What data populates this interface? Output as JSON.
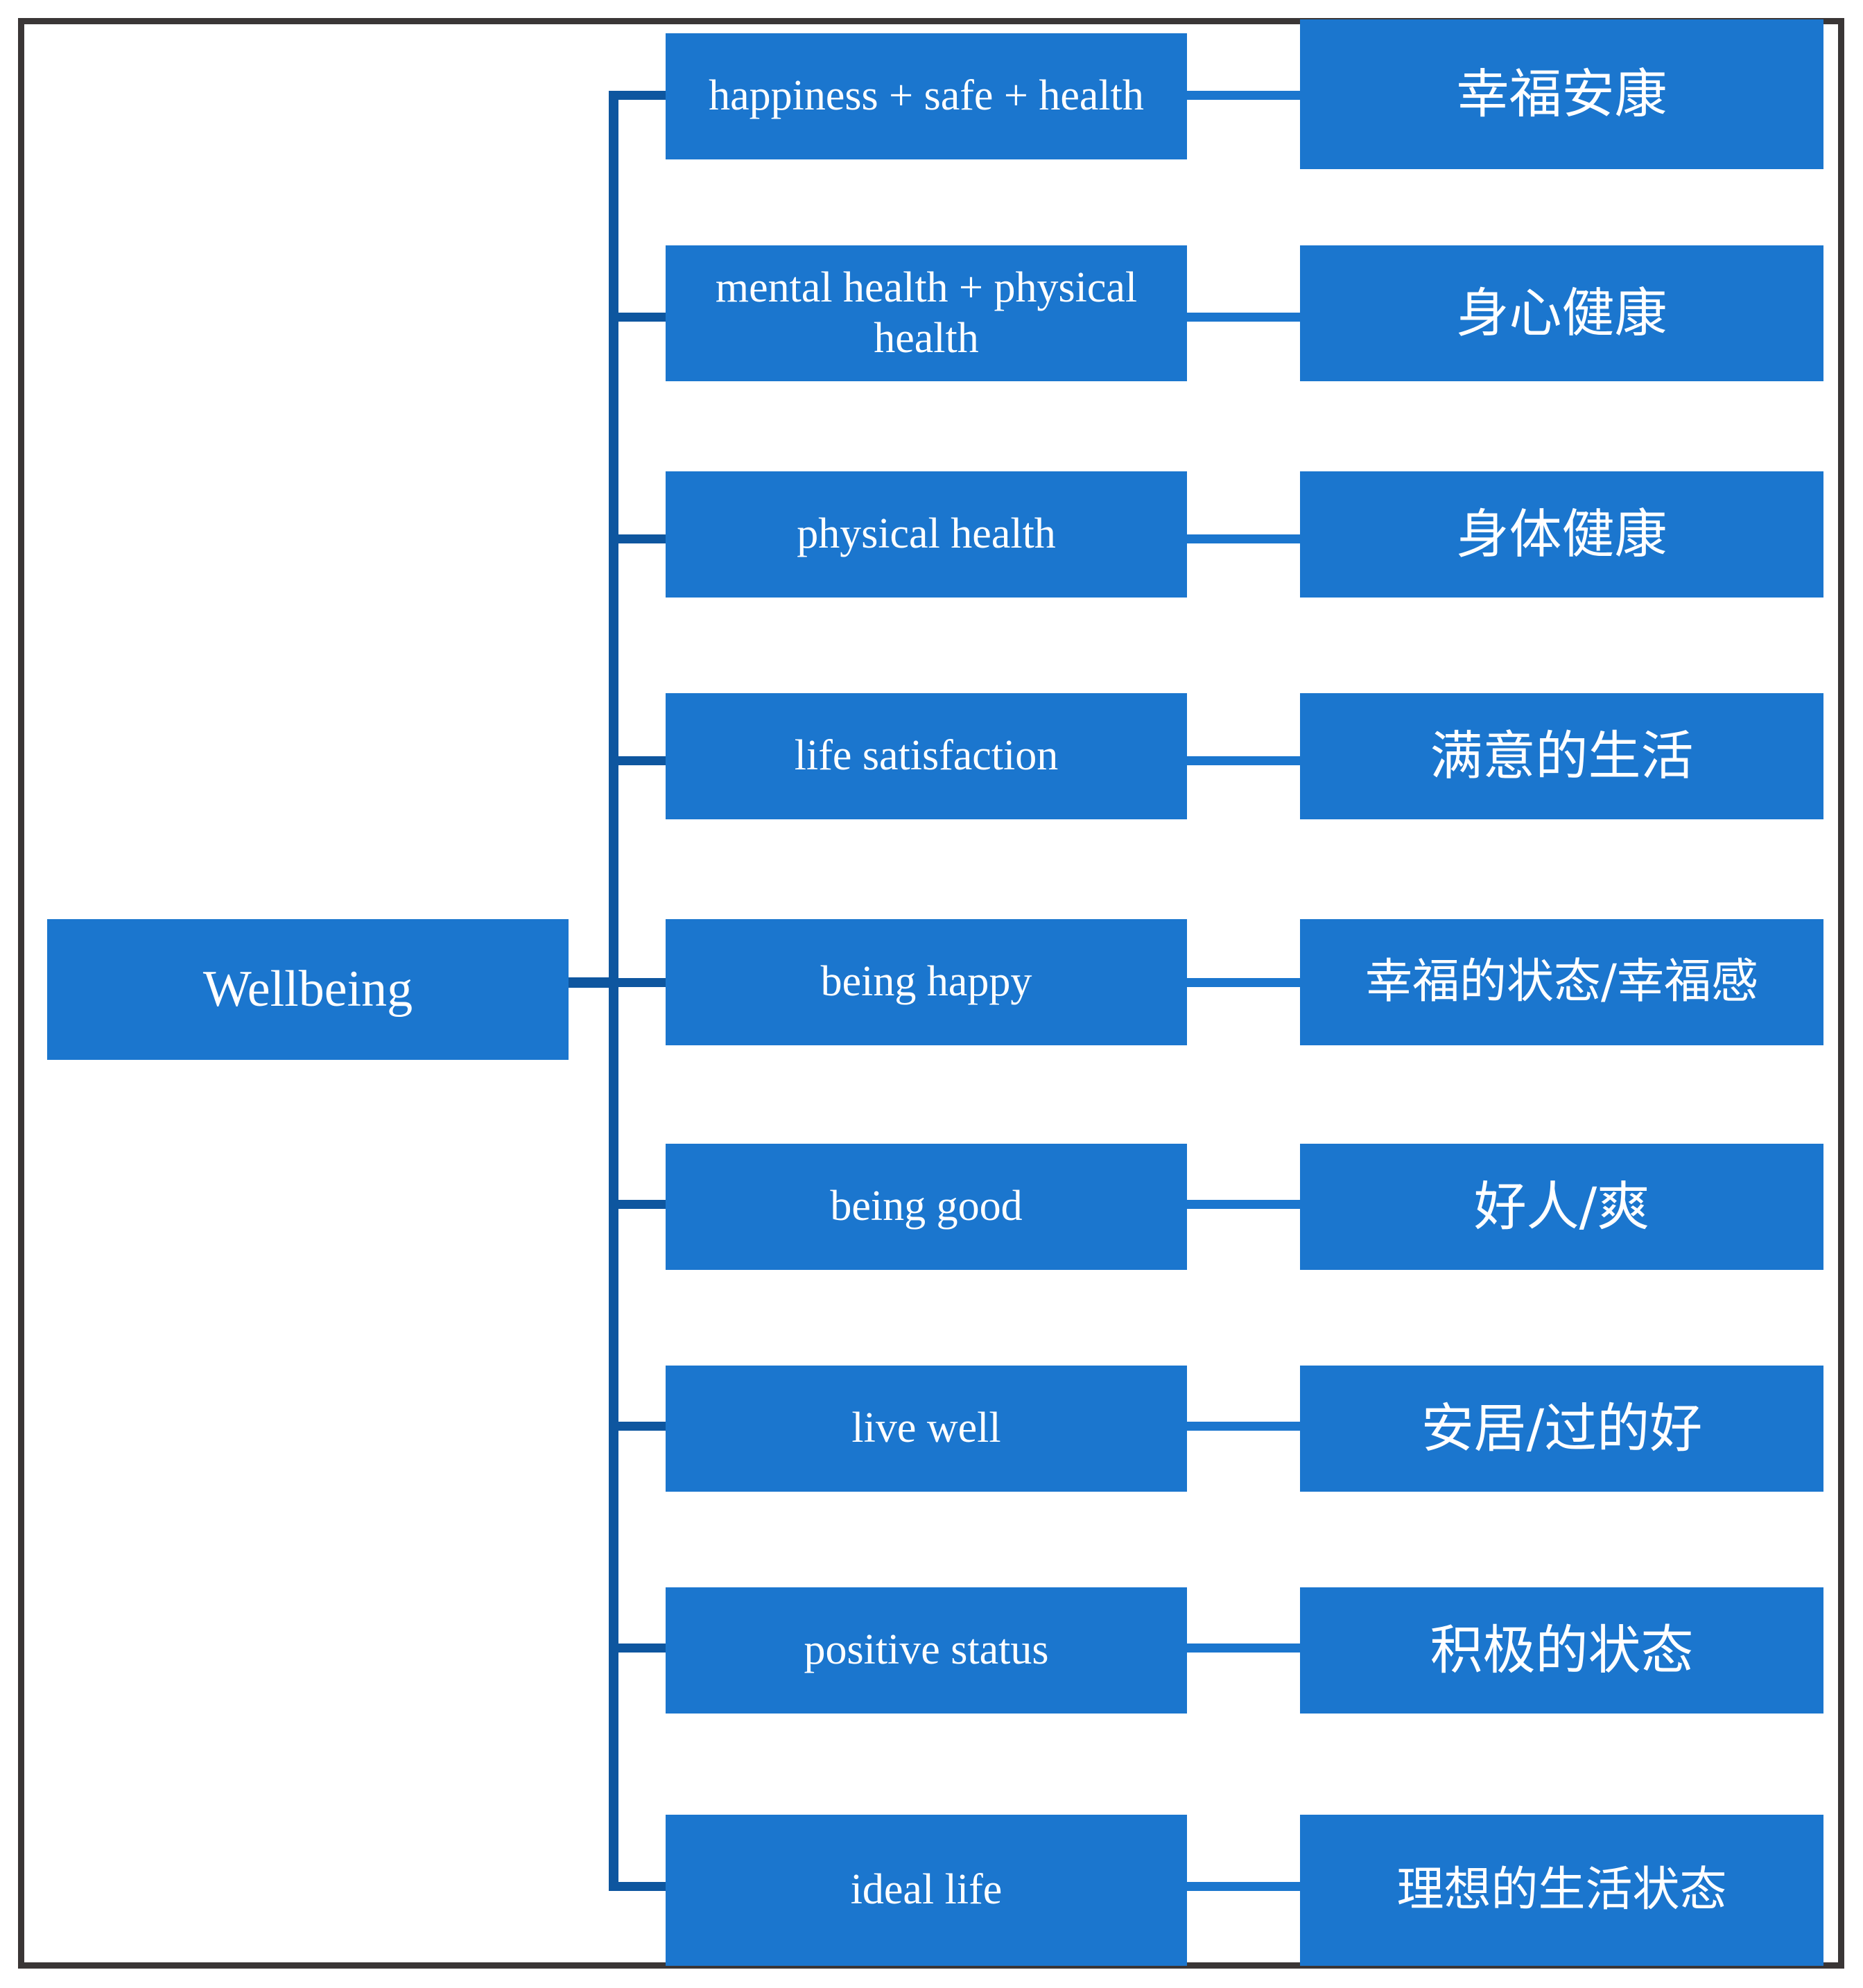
{
  "diagram": {
    "title": "Wellbeing translation tree",
    "type": "tree",
    "root": {
      "label": "Wellbeing"
    },
    "colors": {
      "box_fill": "#1b76ce",
      "connector": "#0e569f",
      "frame_border": "#3a3636",
      "text": "#ffffff",
      "background": "#ffffff"
    },
    "columns": [
      "source_concept",
      "english_gloss",
      "chinese_translation"
    ],
    "branches": [
      {
        "english": "happiness + safe + health",
        "chinese": "幸福安康"
      },
      {
        "english": "mental health + physical health",
        "chinese": "身心健康"
      },
      {
        "english": "physical health",
        "chinese": "身体健康"
      },
      {
        "english": "life satisfaction",
        "chinese": "满意的生活"
      },
      {
        "english": "being happy",
        "chinese": "幸福的状态/幸福感"
      },
      {
        "english": "being good",
        "chinese": "好人/爽"
      },
      {
        "english": "live well",
        "chinese": "安居/过的好"
      },
      {
        "english": "positive status",
        "chinese": "积极的状态"
      },
      {
        "english": "ideal life",
        "chinese": "理想的生活状态"
      }
    ]
  }
}
